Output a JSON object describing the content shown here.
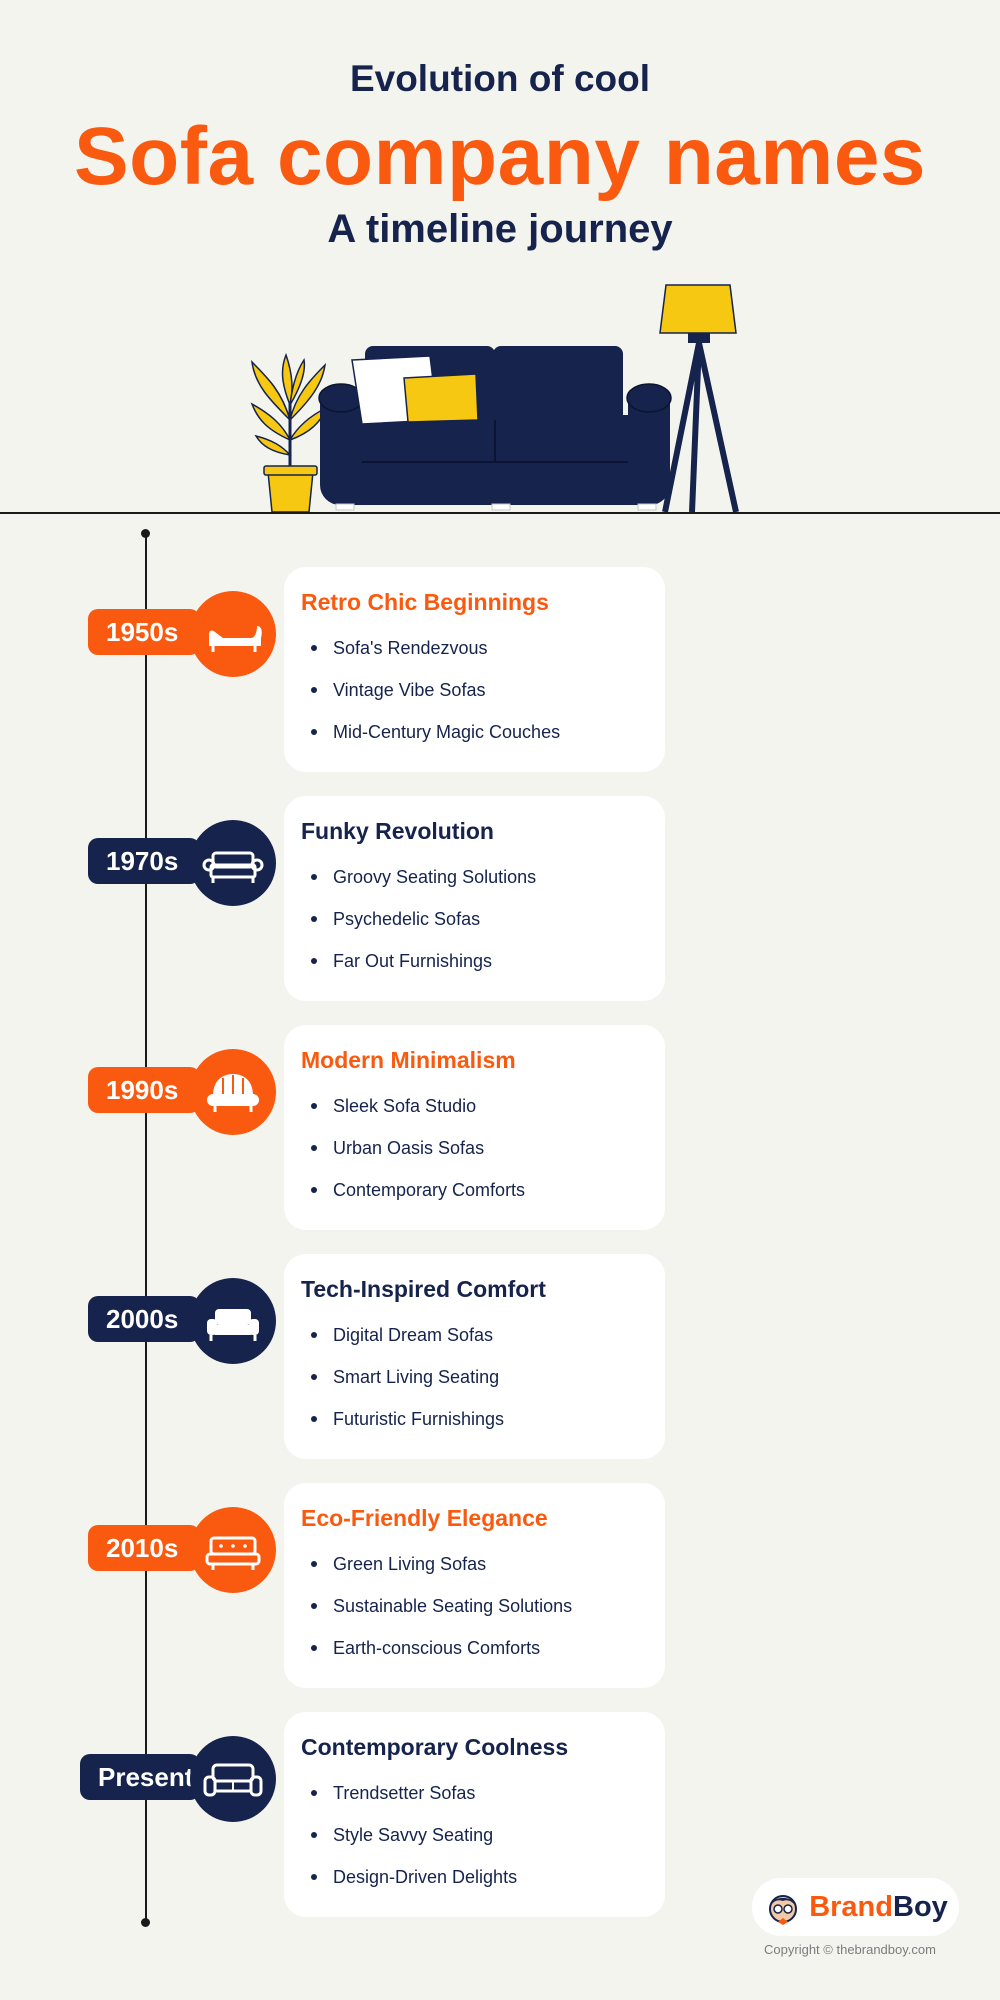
{
  "header": {
    "top_line": "Evolution of cool",
    "title": "Sofa company names",
    "subtitle": "A timeline journey"
  },
  "colors": {
    "orange": "#fa5a0f",
    "navy": "#15234d",
    "background": "#f4f4ef",
    "yellow": "#f7c812"
  },
  "timeline": [
    {
      "era": "1950s",
      "theme": "orange",
      "icon": "chaise-lounge-icon",
      "title": "Retro Chic Beginnings",
      "names": [
        "Sofa's Rendezvous",
        "Vintage Vibe Sofas",
        "Mid-Century Magic Couches"
      ]
    },
    {
      "era": "1970s",
      "theme": "navy",
      "icon": "rolled-arm-sofa-icon",
      "title": "Funky Revolution",
      "names": [
        "Groovy Seating Solutions",
        "Psychedelic Sofas",
        "Far Out Furnishings"
      ]
    },
    {
      "era": "1990s",
      "theme": "orange",
      "icon": "shell-sofa-icon",
      "title": "Modern Minimalism",
      "names": [
        "Sleek Sofa Studio",
        "Urban Oasis Sofas",
        "Contemporary Comforts"
      ]
    },
    {
      "era": "2000s",
      "theme": "navy",
      "icon": "loveseat-icon",
      "title": "Tech-Inspired Comfort",
      "names": [
        "Digital Dream Sofas",
        "Smart Living Seating",
        "Futuristic Furnishings"
      ]
    },
    {
      "era": "2010s",
      "theme": "orange",
      "icon": "tufted-sofa-icon",
      "title": "Eco-Friendly Elegance",
      "names": [
        "Green Living Sofas",
        "Sustainable Seating Solutions",
        "Earth-conscious Comforts"
      ]
    },
    {
      "era": "Present",
      "theme": "navy",
      "icon": "modern-sofa-icon",
      "title": "Contemporary Coolness",
      "names": [
        "Trendsetter Sofas",
        "Style Savvy Seating",
        "Design-Driven Delights"
      ]
    }
  ],
  "brand": {
    "logo_part1": "Brand",
    "logo_part2": "Boy",
    "copyright": "Copyright © thebrandboy.com"
  }
}
